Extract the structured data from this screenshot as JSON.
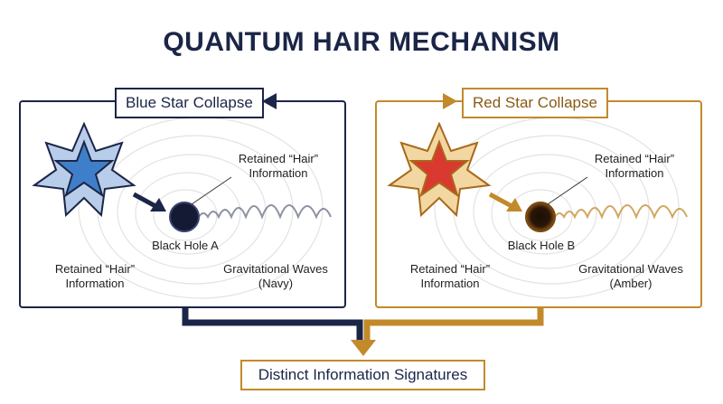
{
  "title": "QUANTUM HAIR MECHANISM",
  "left_panel": {
    "title": "Blue Star Collapse",
    "hair_label_top": [
      "Retained “Hair”",
      "Information"
    ],
    "black_hole_label": "Black Hole A",
    "hair_label_bottom": [
      "Retained “Hair”",
      "Information"
    ],
    "waves_label": [
      "Gravitational Waves",
      "(Navy)"
    ]
  },
  "right_panel": {
    "title": "Red Star Collapse",
    "hair_label_top": [
      "Retained “Hair”",
      "Information"
    ],
    "black_hole_label": "Black Hole B",
    "hair_label_bottom": [
      "Retained “Hair”",
      "Information"
    ],
    "waves_label": [
      "Gravitational Waves",
      "(Amber)"
    ]
  },
  "output_box": "Distinct Information Signatures",
  "colors": {
    "navy": "#1b2547",
    "amber": "#c28a2b",
    "blue_star": "#3f7fc9",
    "blue_outline": "#b8cdea",
    "red_star": "#d9392e",
    "red_outline": "#f3d7a2"
  }
}
